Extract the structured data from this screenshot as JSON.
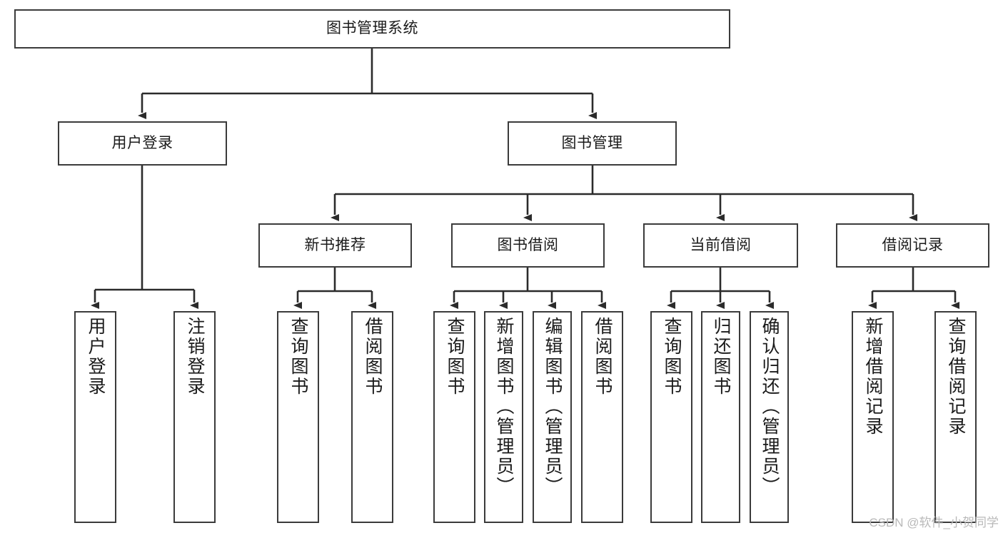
{
  "diagram": {
    "title": "图书管理系统",
    "watermark": "CSDN @软件_小贺同学",
    "colors": {
      "box_border": "#3b3b3b",
      "box_fill": "#ffffff",
      "line": "#2b2b2b",
      "text": "#1a1a1a",
      "watermark": "#b9b9b9"
    },
    "root": {
      "label": "图书管理系统"
    },
    "level2": [
      {
        "label": "用户登录"
      },
      {
        "label": "图书管理"
      }
    ],
    "level3": [
      {
        "label": "新书推荐"
      },
      {
        "label": "图书借阅"
      },
      {
        "label": "当前借阅"
      },
      {
        "label": "借阅记录"
      }
    ],
    "leaves": {
      "user_login": [
        {
          "label": "用户登录"
        },
        {
          "label": "注销登录"
        }
      ],
      "new_book": [
        {
          "label": "查询图书"
        },
        {
          "label": "借阅图书"
        }
      ],
      "book_borrow": [
        {
          "label": "查询图书"
        },
        {
          "label": "新增图书（管理员）"
        },
        {
          "label": "编辑图书（管理员）"
        },
        {
          "label": "借阅图书"
        }
      ],
      "current_borrow": [
        {
          "label": "查询图书"
        },
        {
          "label": "归还图书"
        },
        {
          "label": "确认归还（管理员）"
        }
      ],
      "borrow_record": [
        {
          "label": "新增借阅记录"
        },
        {
          "label": "查询借阅记录"
        }
      ]
    }
  }
}
